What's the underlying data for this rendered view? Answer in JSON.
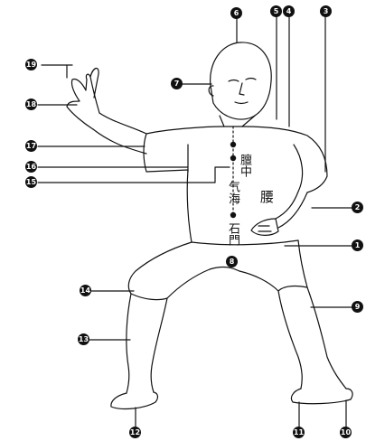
{
  "markers": [
    "6",
    "5",
    "4",
    "3",
    "19",
    "7",
    "18",
    "17",
    "16",
    "15",
    "2",
    "1",
    "8",
    "14",
    "9",
    "13",
    "12",
    "11",
    "10"
  ],
  "chest_label": "膻中",
  "belly_label": "气海",
  "lower_label": "石門",
  "waist_label": "腰",
  "palette": {
    "ink": "#111111",
    "paper": "#ffffff"
  }
}
